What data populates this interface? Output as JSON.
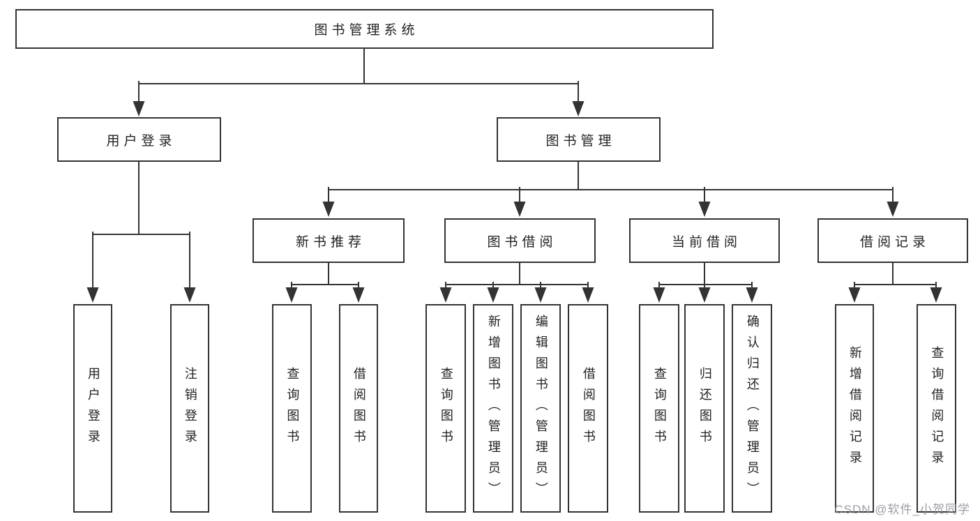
{
  "diagram": {
    "root": {
      "label": "图书管理系统"
    },
    "branches": [
      {
        "label": "用户登录",
        "children": [
          {
            "label": "用户登录"
          },
          {
            "label": "注销登录"
          }
        ]
      },
      {
        "label": "图书管理",
        "children": [
          {
            "label": "新书推荐",
            "children": [
              {
                "label": "查询图书"
              },
              {
                "label": "借阅图书"
              }
            ]
          },
          {
            "label": "图书借阅",
            "children": [
              {
                "label": "查询图书"
              },
              {
                "label": "新增图书（管理员）"
              },
              {
                "label": "编辑图书（管理员）"
              },
              {
                "label": "借阅图书"
              }
            ]
          },
          {
            "label": "当前借阅",
            "children": [
              {
                "label": "查询图书"
              },
              {
                "label": "归还图书"
              },
              {
                "label": "确认归还（管理员）"
              }
            ]
          },
          {
            "label": "借阅记录",
            "children": [
              {
                "label": "新增借阅记录"
              },
              {
                "label": "查询借阅记录"
              }
            ]
          }
        ]
      }
    ]
  },
  "watermark": {
    "text": "CSDN @软件_小贺同学"
  },
  "colors": {
    "background": "#ffffff",
    "line": "#333333",
    "box_border": "#333333",
    "text": "#222222",
    "watermark": "#94949e"
  }
}
